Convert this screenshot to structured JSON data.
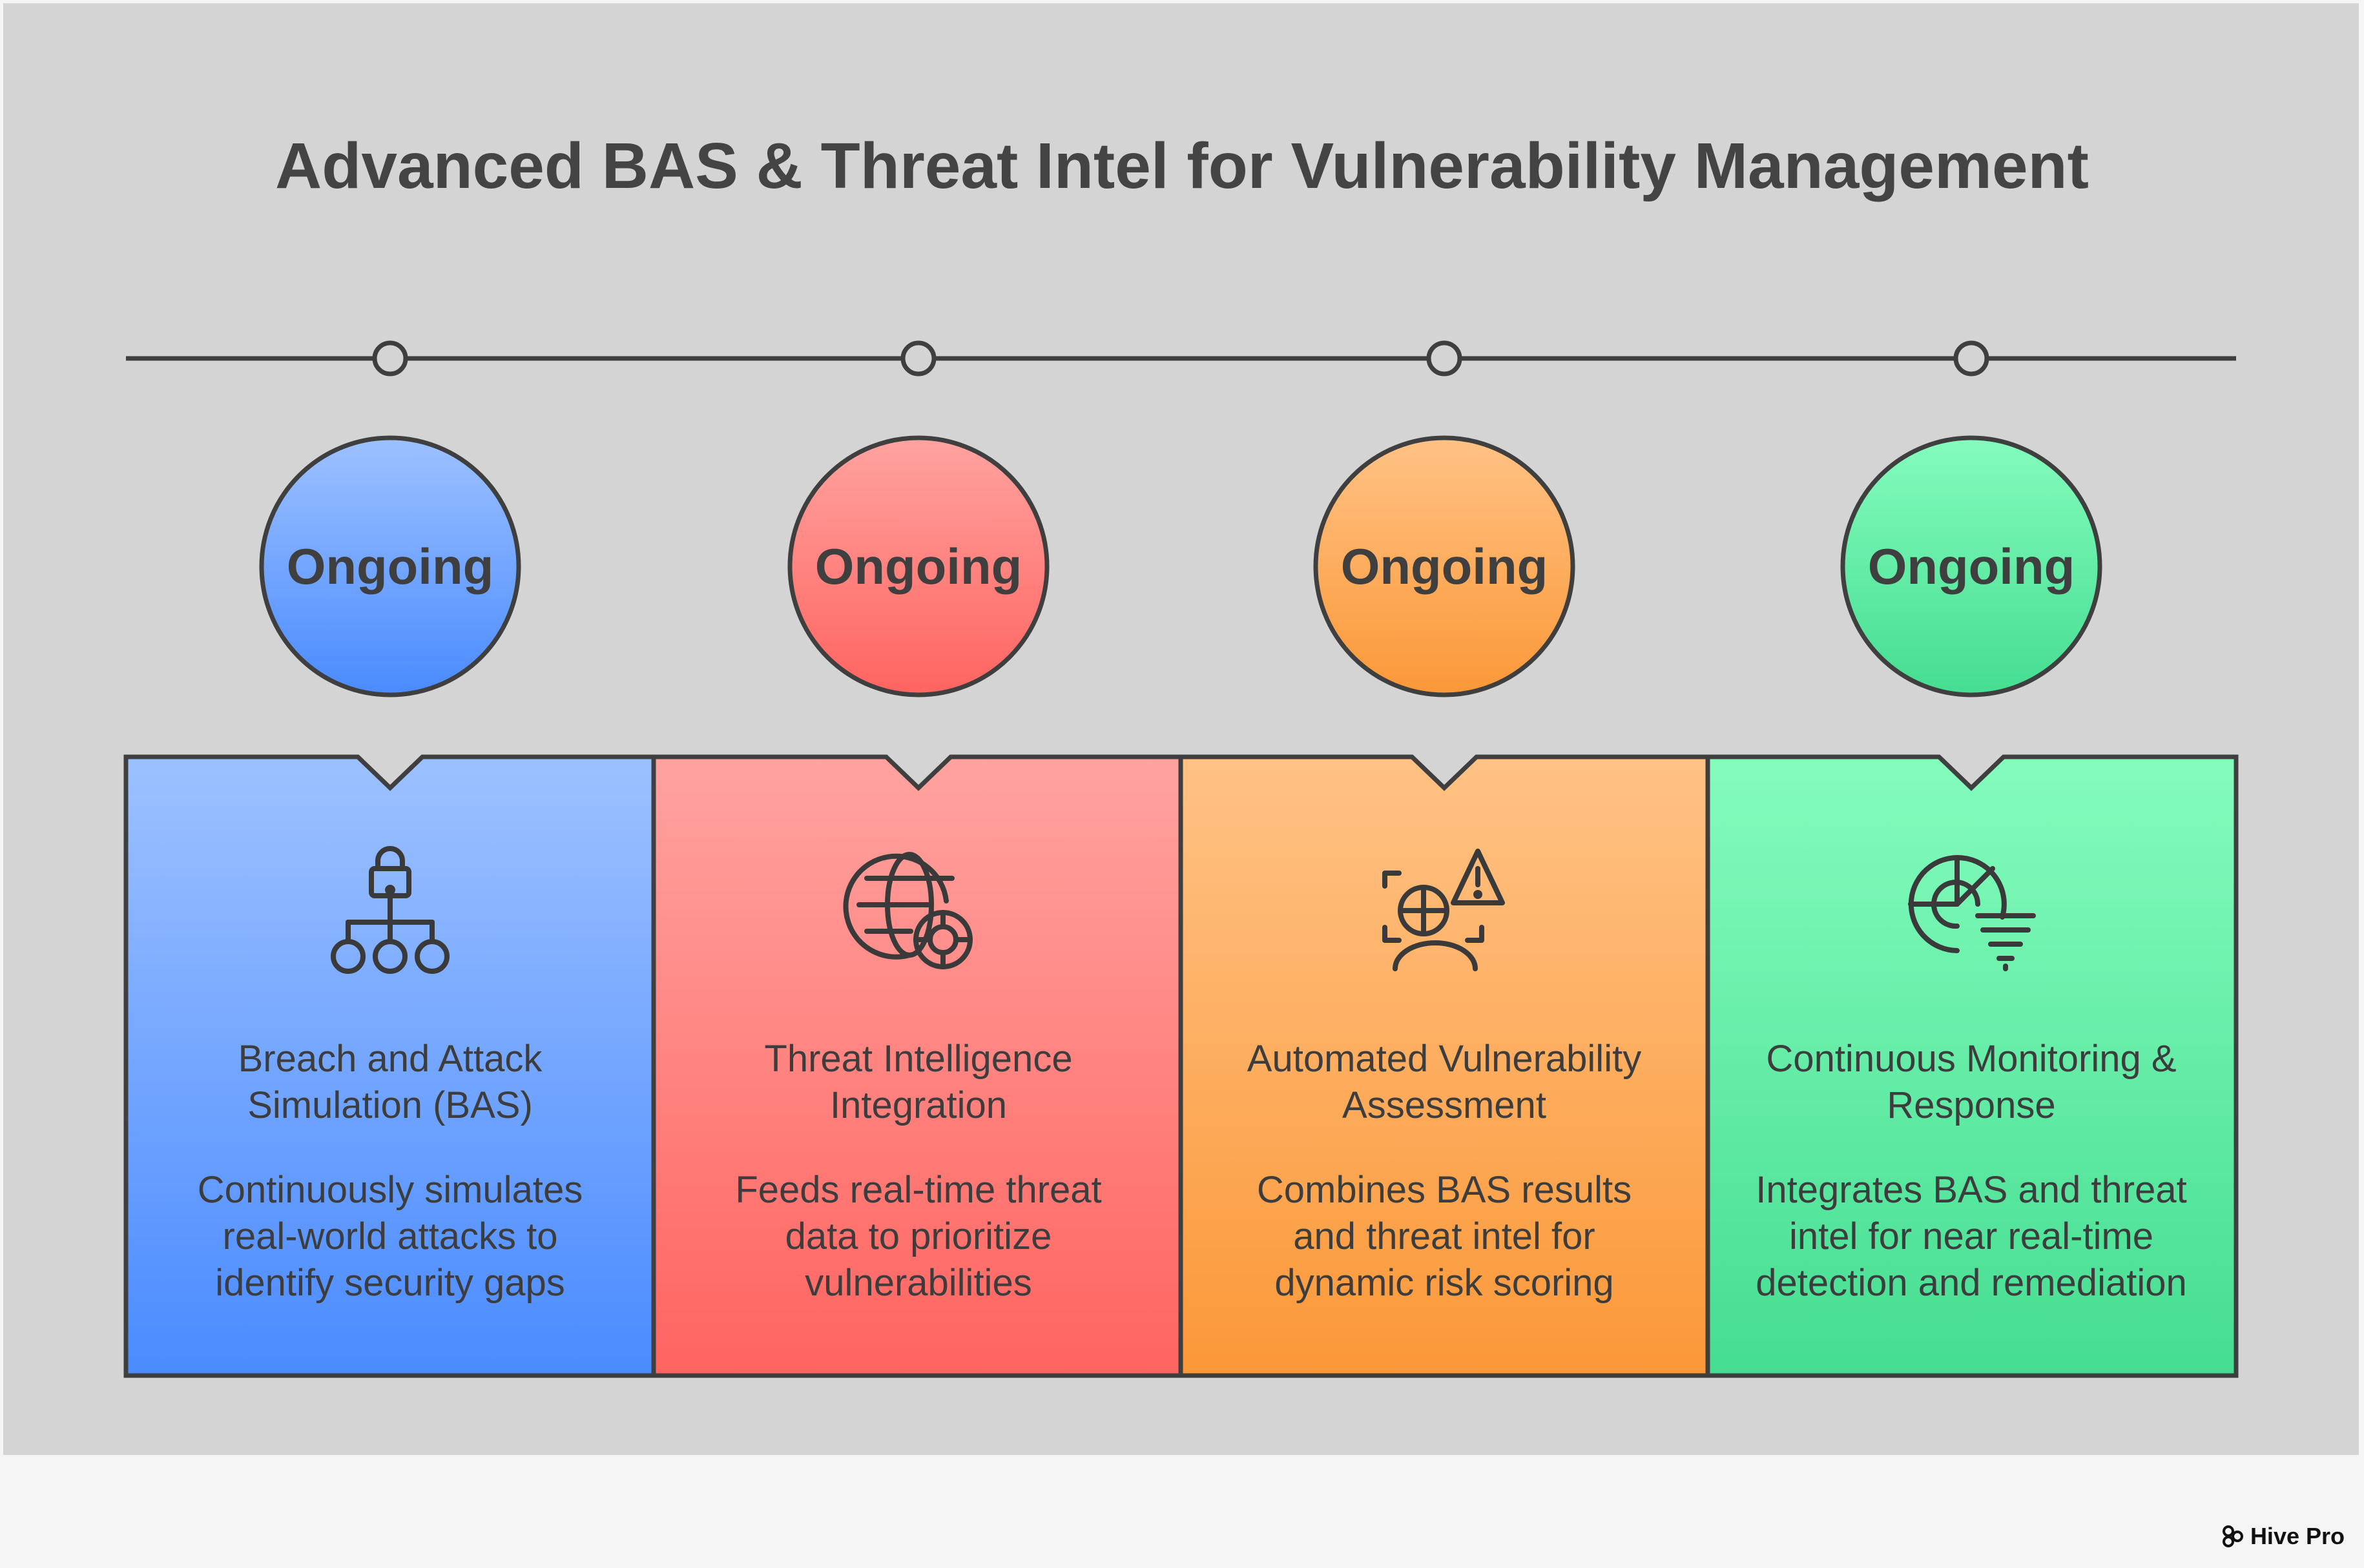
{
  "title": "Advanced BAS & Threat Intel for Vulnerability Management",
  "brand": {
    "name": "Hive Pro",
    "icon": "hive-logo-icon"
  },
  "stages": [
    {
      "status": "Ongoing",
      "heading_line1": "Breach and Attack",
      "heading_line2": "Simulation (BAS)",
      "desc_line1": "Continuously simulates",
      "desc_line2": "real-world attacks to",
      "desc_line3": "identify security gaps",
      "icon": "network-lock-icon",
      "color_top": "#9dc1ff",
      "color_bottom": "#4a8bff"
    },
    {
      "status": "Ongoing",
      "heading_line1": "Threat Intelligence",
      "heading_line2": "Integration",
      "desc_line1": "Feeds real-time threat",
      "desc_line2": "data to prioritize",
      "desc_line3": "vulnerabilities",
      "icon": "globe-settings-icon",
      "color_top": "#ffa3a0",
      "color_bottom": "#ff6460"
    },
    {
      "status": "Ongoing",
      "heading_line1": "Automated Vulnerability",
      "heading_line2": "Assessment",
      "desc_line1": "Combines BAS results",
      "desc_line2": "and threat intel for",
      "desc_line3": "dynamic risk scoring",
      "icon": "scan-warning-icon",
      "color_top": "#ffc285",
      "color_bottom": "#fb9838"
    },
    {
      "status": "Ongoing",
      "heading_line1": "Continuous Monitoring &",
      "heading_line2": "Response",
      "desc_line1": "Integrates BAS and threat",
      "desc_line2": "intel for near real-time",
      "desc_line3": "detection and remediation",
      "icon": "radar-funnel-icon",
      "color_top": "#84fcbd",
      "color_bottom": "#45dd91"
    }
  ]
}
